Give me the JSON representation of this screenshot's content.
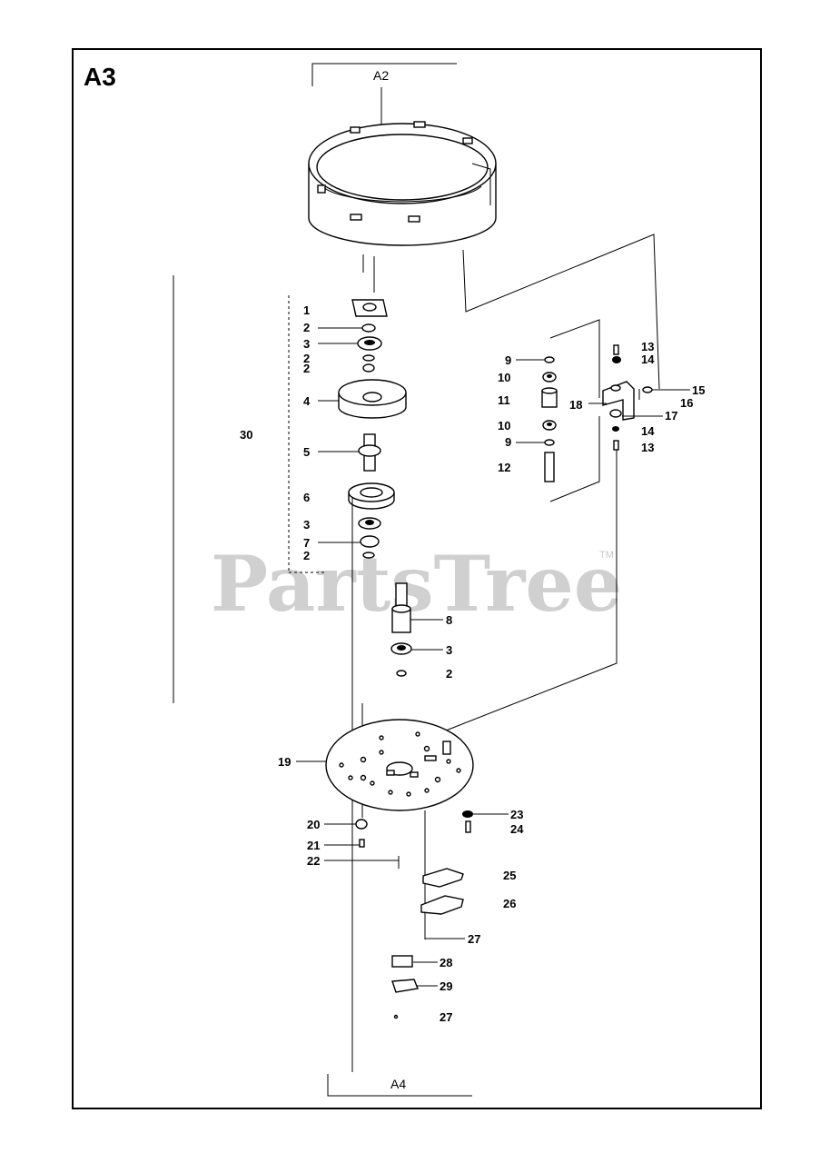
{
  "section_label": "A3",
  "ref_top": "A2",
  "ref_bottom": "A4",
  "watermark": "PartsTree",
  "watermark_tm": "TM",
  "callouts": {
    "c1": "1",
    "c2a": "2",
    "c3a": "3",
    "c2b": "2",
    "c2c": "2",
    "c4": "4",
    "c30": "30",
    "c5": "5",
    "c6": "6",
    "c3b": "3",
    "c7": "7",
    "c2d": "2",
    "c8": "8",
    "c3c": "3",
    "c2e": "2",
    "c9a": "9",
    "c10a": "10",
    "c11": "11",
    "c10b": "10",
    "c9b": "9",
    "c12": "12",
    "c13a": "13",
    "c14a": "14",
    "c15": "15",
    "c16": "16",
    "c18": "18",
    "c17": "17",
    "c14b": "14",
    "c13b": "13",
    "c19": "19",
    "c20": "20",
    "c21": "21",
    "c22": "22",
    "c23": "23",
    "c24": "24",
    "c25": "25",
    "c26": "26",
    "c27a": "27",
    "c28": "28",
    "c29": "29",
    "c27b": "27"
  }
}
